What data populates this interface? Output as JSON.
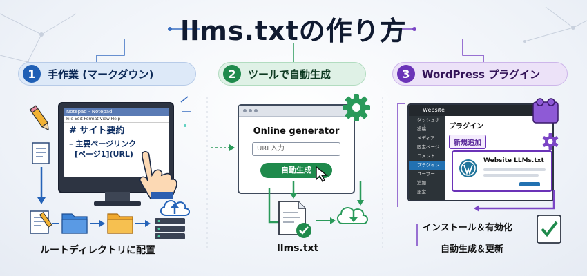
{
  "title": "llms.txtの作り方",
  "methods": [
    {
      "num": "1",
      "label": "手作業 (マークダウン)",
      "color": "#1f5fb5"
    },
    {
      "num": "2",
      "label": "ツールで自動生成",
      "color": "#1f8a4c"
    },
    {
      "num": "3",
      "label": "WordPress プラグイン",
      "color": "#6b33b8"
    }
  ],
  "notepad": {
    "window_title": "Notepad - Notepad",
    "menu": "File  Edit  Format  View  Help",
    "line1": "# サイト要約",
    "line2": "– 主要ページリンク",
    "line3": "[ページ1](URL)"
  },
  "step1_caption": "ルートディレクトリに配置",
  "generator": {
    "title": "Online generator",
    "url_placeholder": "URL入力",
    "button": "自動生成"
  },
  "step2_caption": "llms.txt",
  "wordpress": {
    "site_name": "Website",
    "sidebar": [
      "ダッシュボード",
      "投稿",
      "メディア",
      "固定ページ",
      "コメント",
      "プラグイン",
      "ユーザー",
      "追加",
      "設定"
    ],
    "page_heading": "プラグイン",
    "add_new": "新規追加",
    "card_title": "Website LLMs.txt"
  },
  "step3_caption1": "インストール＆有効化",
  "step3_caption2": "自動生成＆更新"
}
